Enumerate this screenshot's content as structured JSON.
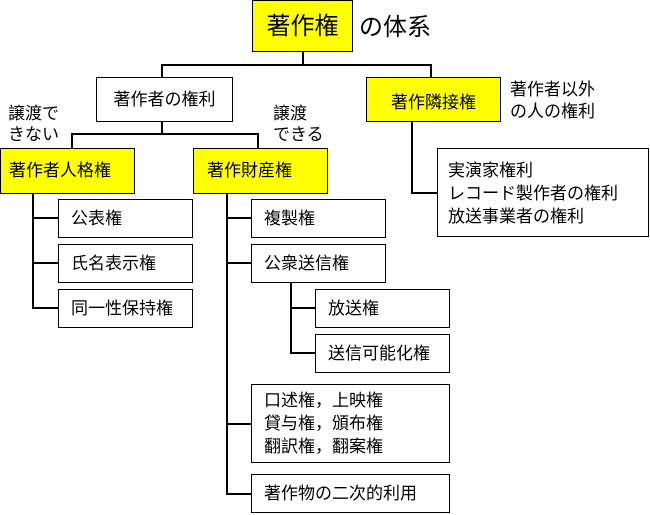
{
  "title": {
    "main": "著作権",
    "suffix": "の体系",
    "highlight_color": "#ffff00"
  },
  "branches": {
    "author_rights": {
      "label": "著作者の権利"
    },
    "neighboring_rights": {
      "label": "著作隣接権",
      "note": "著作者以外\nの人の権利",
      "holders": [
        "実演家権利",
        "レコード製作者の権利",
        "放送事業者の権利"
      ]
    }
  },
  "notes": {
    "non_transferable": "譲渡で\nきない",
    "transferable": "譲渡\nできる"
  },
  "moral_rights": {
    "label": "著作者人格権",
    "items": [
      "公表権",
      "氏名表示権",
      "同一性保持権"
    ]
  },
  "property_rights": {
    "label": "著作財産権",
    "items": {
      "reproduction": "複製権",
      "public_transmission": "公衆送信権",
      "broadcast": "放送権",
      "making_transmittable": "送信可能化権",
      "other_lines": [
        "口述権，上映権",
        "貸与権，頒布権",
        "翻訳権，翻案権"
      ],
      "derivative": "著作物の二次的利用"
    }
  }
}
